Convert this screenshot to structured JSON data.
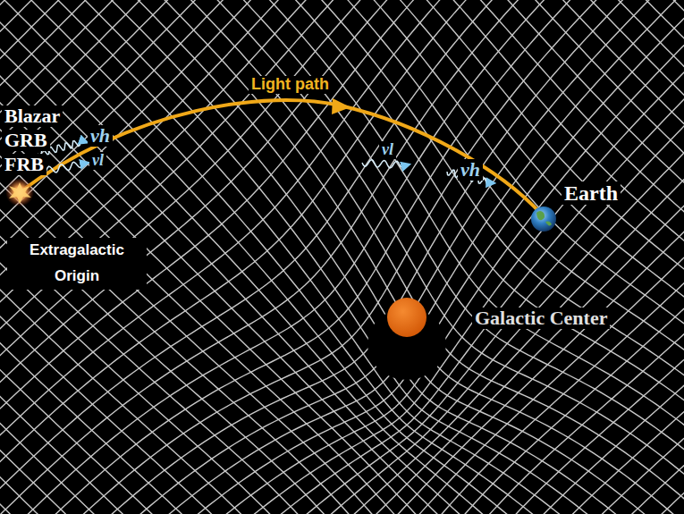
{
  "diagram": {
    "labels": [
      "Blazar",
      "GRB",
      "FRB",
      "Extragalactic Origin",
      "Light path",
      "νh",
      "νl",
      "νl",
      "νh",
      "Earth",
      "Galactic Center"
    ]
  }
}
